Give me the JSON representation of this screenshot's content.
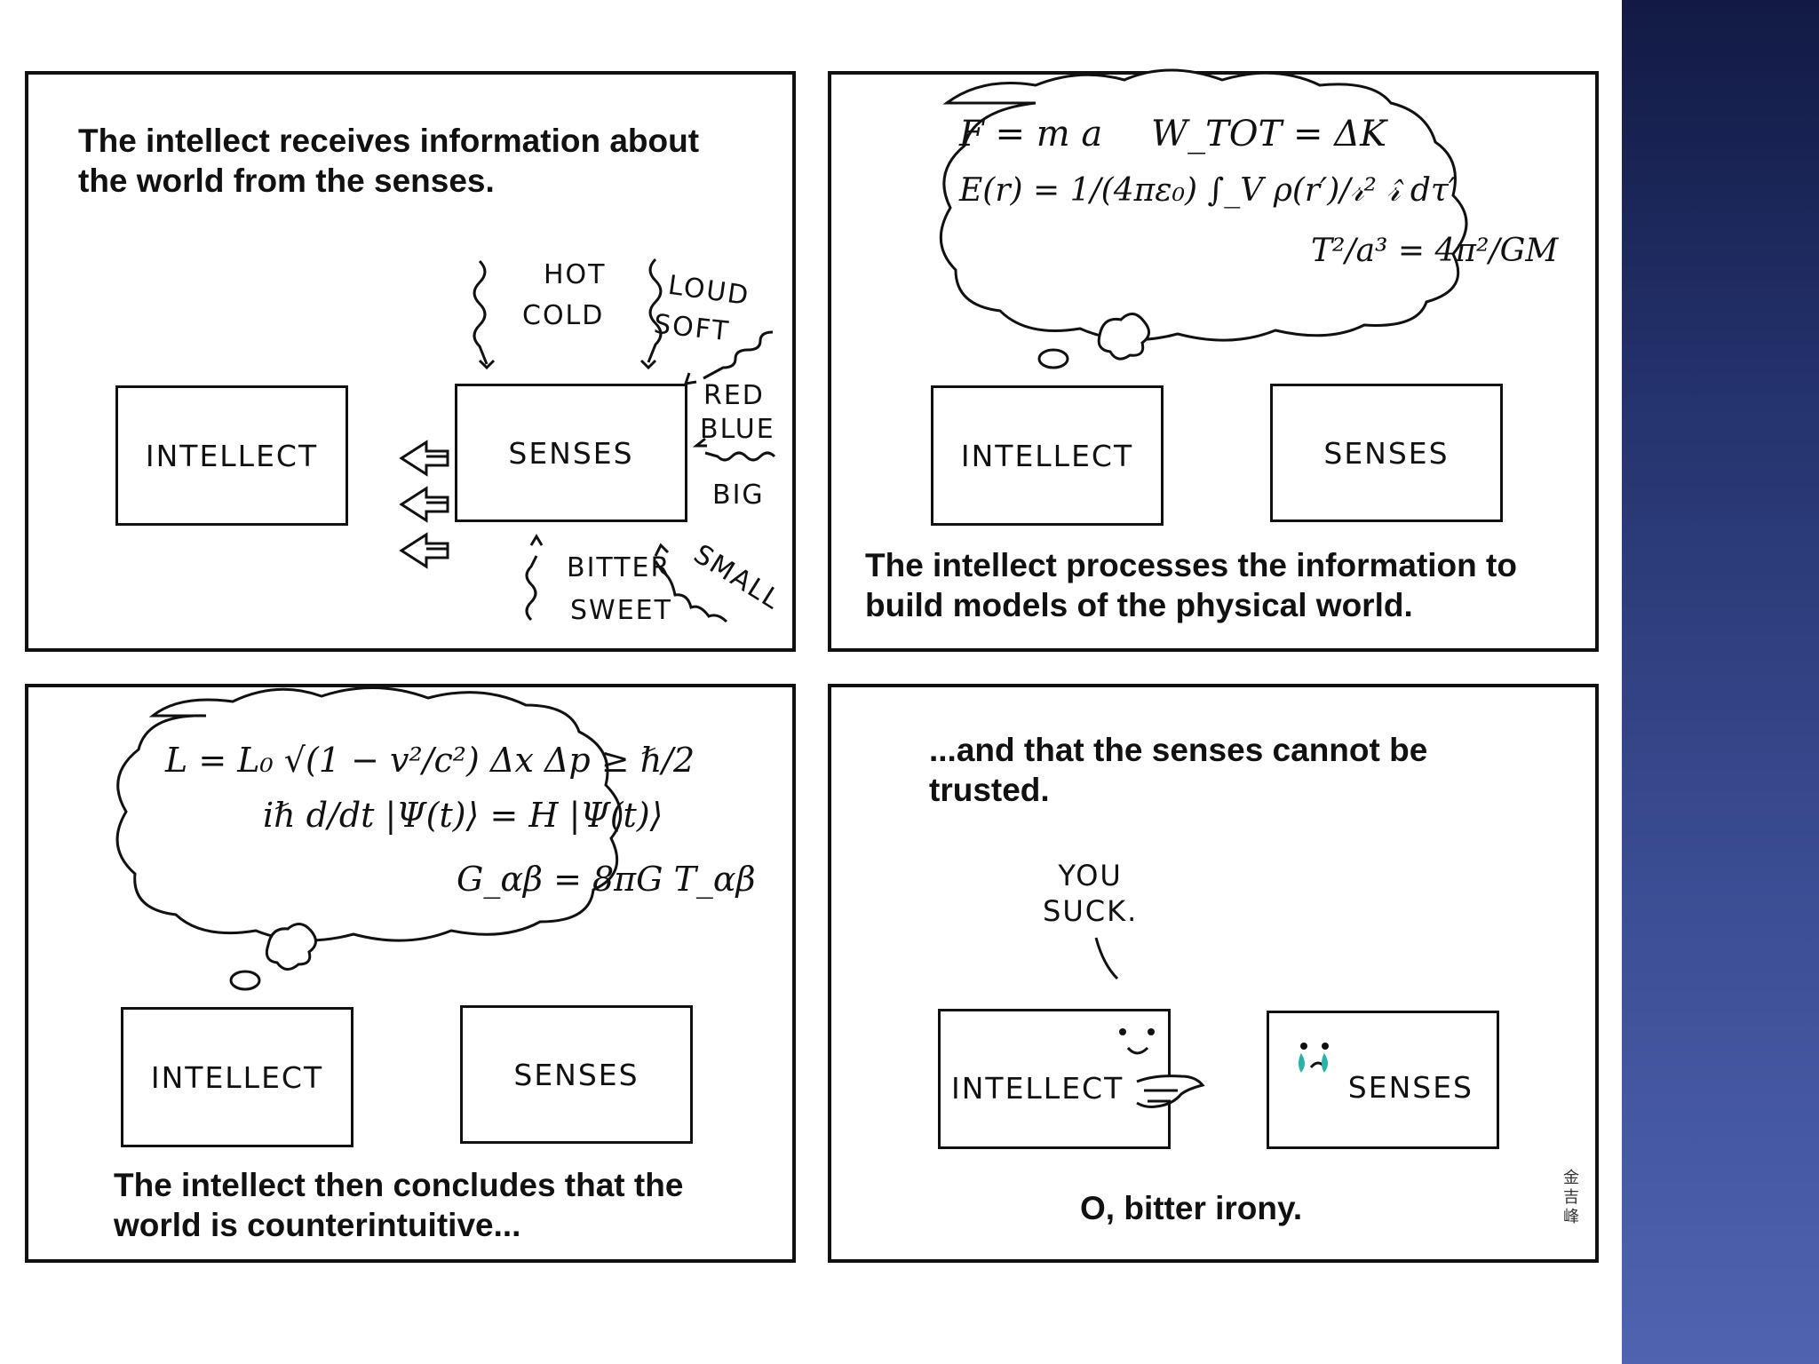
{
  "panels": [
    {
      "caption_line1": "The intellect receives information about",
      "caption_line2": "the world from the senses.",
      "box_left": "INTELLECT",
      "box_right": "SENSES",
      "sense_words": [
        "HOT",
        "COLD",
        "LOUD",
        "SOFT",
        "RED",
        "BLUE",
        "BIG",
        "SMALL",
        "BITTER",
        "SWEET"
      ]
    },
    {
      "equations": [
        "F = m a",
        "W_TOT = ΔK",
        "E(r) = 1/(4πε₀) ∫_V ρ(r′)/𝓇² 𝓇̂ dτ′",
        "T²/a³ = 4π²/GM"
      ],
      "box_left": "INTELLECT",
      "box_right": "SENSES",
      "caption_line1": "The intellect processes the information to",
      "caption_line2": "build models of the physical world."
    },
    {
      "equations": [
        "L = L₀ √(1 − v²/c²)",
        "Δx Δp ≥ ℏ/2",
        "iℏ d/dt |Ψ(t)⟩ = H |Ψ(t)⟩",
        "G_αβ = 8πG T_αβ"
      ],
      "box_left": "INTELLECT",
      "box_right": "SENSES",
      "caption_line1": "The intellect then concludes that the",
      "caption_line2": "world is counterintuitive..."
    },
    {
      "caption_line1": "...and that the senses cannot be",
      "caption_line2": "trusted.",
      "speech_line1": "YOU",
      "speech_line2": "SUCK.",
      "box_left": "INTELLECT",
      "box_right": "SENSES",
      "punchline": "O, bitter irony.",
      "signature": [
        "金",
        "吉",
        "峰"
      ]
    }
  ]
}
